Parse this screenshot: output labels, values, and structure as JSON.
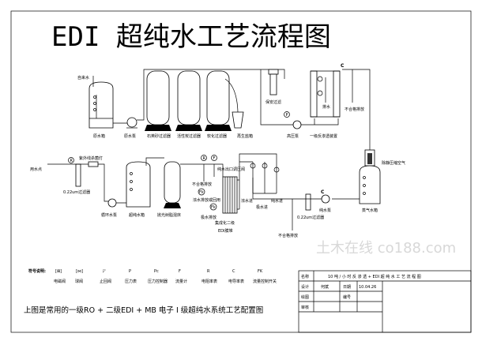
{
  "title": "EDI 超纯水工艺流程图",
  "top_row": {
    "tap_water": "自来水",
    "raw_tank": "原水箱",
    "raw_pump": "原水泵",
    "sand_filter": "石英砂过滤器",
    "carbon_filter": "活性炭过滤器",
    "softener": "软化过滤器",
    "brine_tank": "再生盐箱",
    "security_filter": "保安过滤",
    "hp_pump": "高压泵",
    "ro_unit": "一级反渗透装置",
    "drain": "排水",
    "reject": "不合格排放"
  },
  "bottom_row": {
    "use_point": "用水点",
    "uv_lamp": "紫外线杀菌灯",
    "filter_022_left": "0.22um过滤器",
    "circ_pump": "循环水泵",
    "up_tank": "超纯水箱",
    "mixed_bed": "抛光树脂混床",
    "reject_left": "不合格排放",
    "outlet_valve": "纯水出口调压阀",
    "conc_drain_reuse": "浓水排放或回用",
    "pole_drain": "极水排放",
    "edi_line1": "集成化二级",
    "edi_line2": "EDI膜堆",
    "conc_water": "浓水进",
    "pole_water": "极水进",
    "pure_in": "纯水进",
    "filter_022_right": "0.22um过滤器",
    "pure_pump": "纯水泵",
    "reject_right": "不合格排放",
    "steam_tank": "蒸气水箱",
    "compressed_air": "除静压缩空气"
  },
  "legend": {
    "heading": "符号说明:",
    "items": [
      {
        "symbol": "[⊠]",
        "label": "电磁阀"
      },
      {
        "symbol": "[⋈]",
        "label": "球阀"
      },
      {
        "symbol": "◸",
        "label": "止回阀"
      },
      {
        "symbol": "P",
        "label": "压力表"
      },
      {
        "symbol": "Pc",
        "label": "压力控制器"
      },
      {
        "symbol": "F",
        "label": "流量计"
      },
      {
        "symbol": "R",
        "label": "电阻率表"
      },
      {
        "symbol": "C",
        "label": "电导率表"
      },
      {
        "symbol": "FK",
        "label": "流量控制开关"
      }
    ]
  },
  "footer": "上图是常用的一级RO + 二级EDI + MB 电子 I 级超纯水系统工艺配置图",
  "title_block": {
    "name_label": "名称",
    "name_value": "10 吨 / 小 时 反 渗 透 + EDI 超 纯 水 工 艺 流 程 图",
    "design_label": "设计",
    "design_value": "何斌",
    "date_label": "日期",
    "date_value": "10.04.26",
    "draw_label": "绘图",
    "number_label": "编号",
    "review_label": "审核"
  },
  "watermark": "土木在线 co188.com"
}
